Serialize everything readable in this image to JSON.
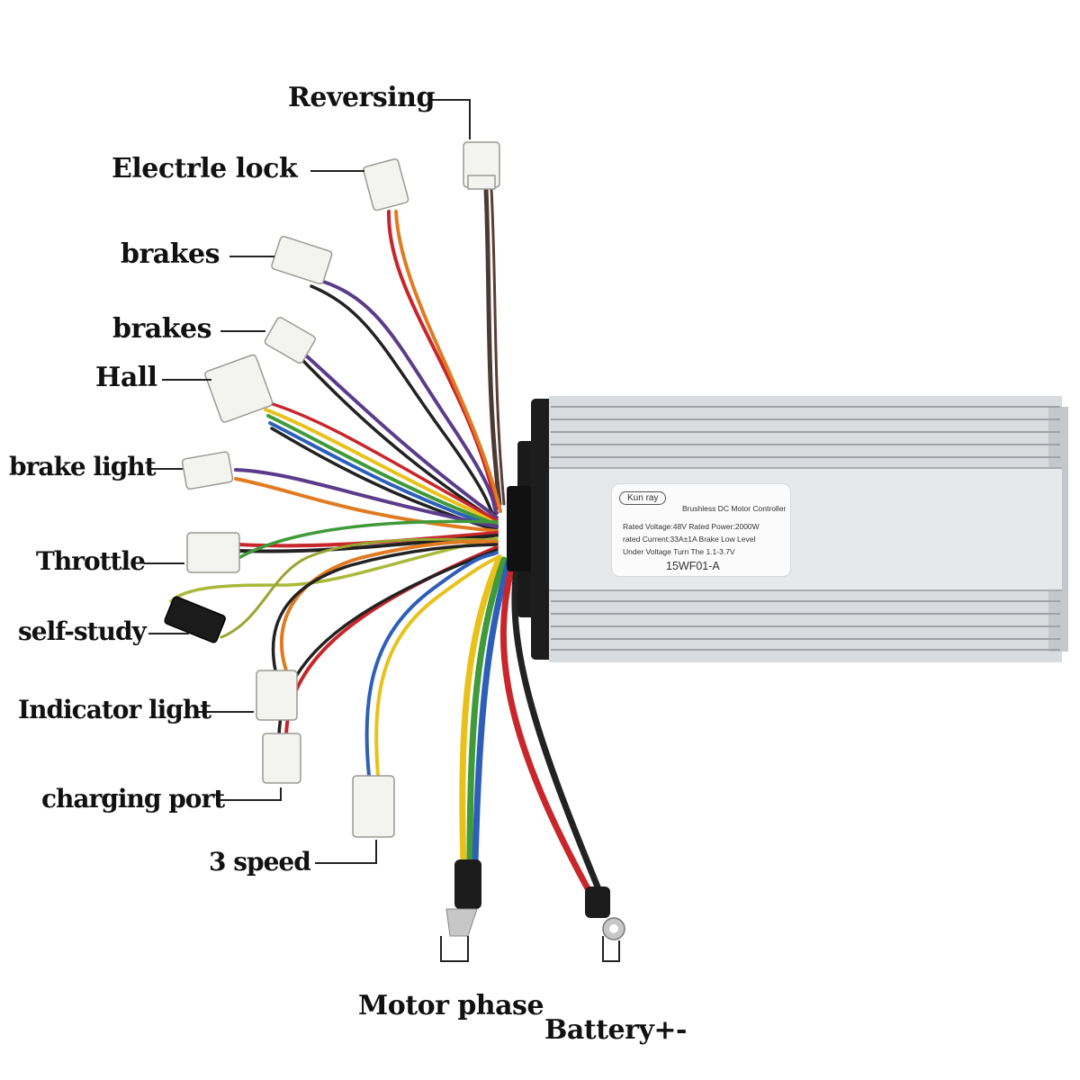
{
  "labels": {
    "reversing": "Reversing",
    "electric_lock": "Electrle lock",
    "brakes_1": "brakes",
    "brakes_2": "brakes",
    "hall": "Hall",
    "brake_light": "brake light",
    "throttle": "Throttle",
    "self_study": "self-study",
    "indicator_light": "Indicator light",
    "charging_port": "charging port",
    "three_speed": "3 speed",
    "motor_phase": "Motor phase",
    "battery": "Battery+-"
  },
  "controller_label": {
    "brand": "Kun ray",
    "title": "Brushless DC Motor Controller",
    "line1": "Rated Voltage:48V   Rated Power:2000W",
    "line2": "rated Current:33A±1A   Brake Low Level",
    "line3": "Under Voltage Turn The 1.1-3.7V",
    "model": "15WF01-A"
  },
  "colors": {
    "casing": "#d9dcdf",
    "casing_dark": "#1a1a1a",
    "connector": "#f3f3ef",
    "wire_red": "#c8262b",
    "wire_black": "#222222",
    "wire_yellow": "#e8c21a",
    "wire_green": "#3f9a3a",
    "wire_blue": "#2e5fb8",
    "wire_purple": "#5b3c8a",
    "wire_orange": "#e07b22",
    "wire_brown": "#5a3d33"
  }
}
